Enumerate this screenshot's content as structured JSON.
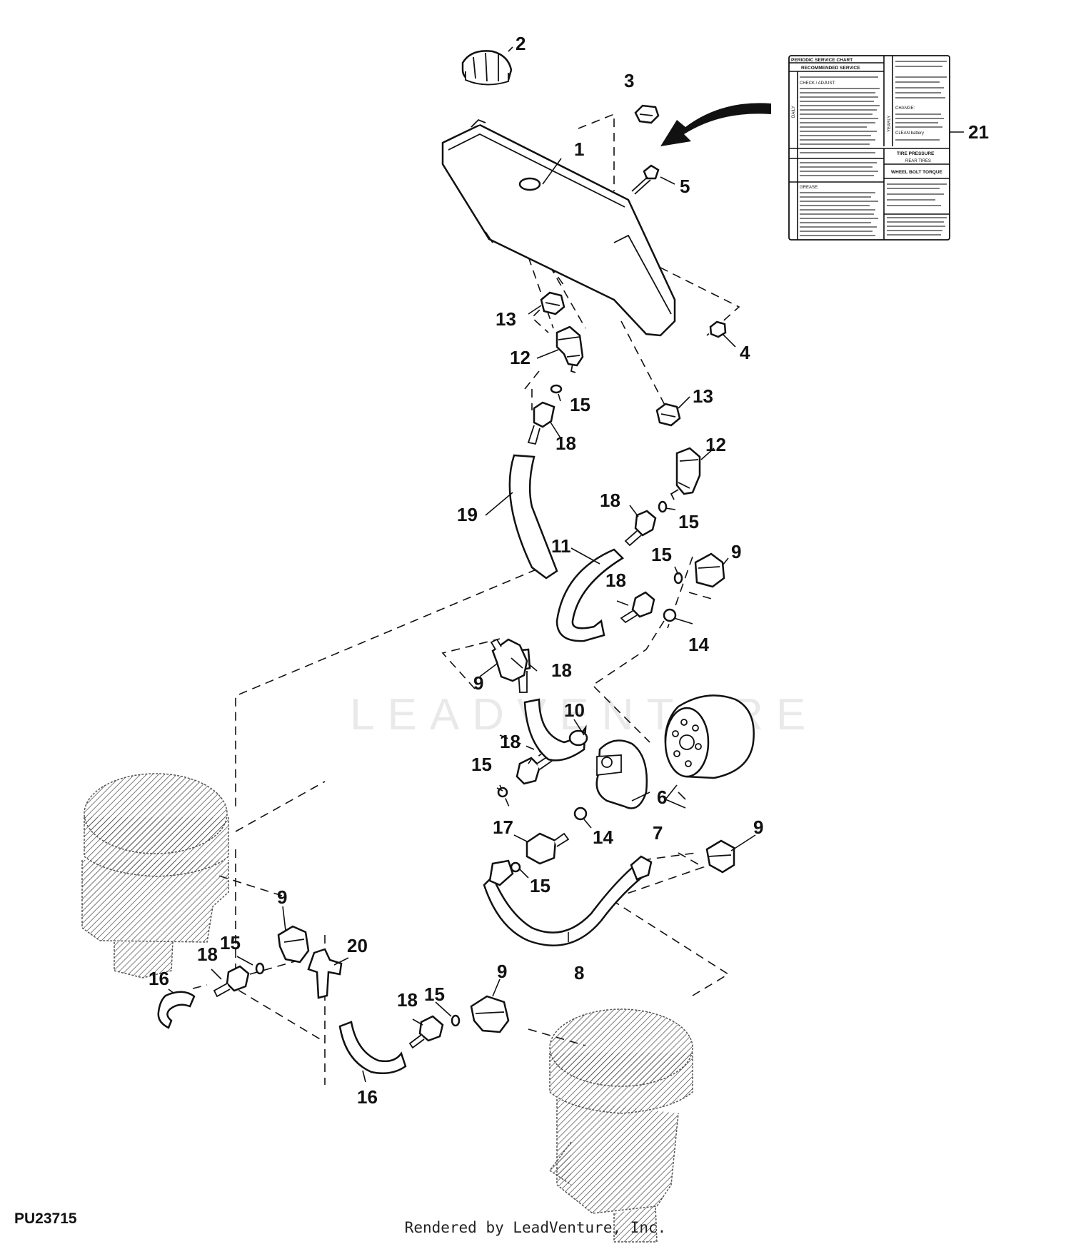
{
  "figure_id": "PU23715",
  "credit": "Rendered by LeadVenture, Inc.",
  "watermark": "LEADVENTURE",
  "callouts": {
    "c1": "1",
    "c2": "2",
    "c3": "3",
    "c4": "4",
    "c5": "5",
    "c6": "6",
    "c7": "7",
    "c8": "8",
    "c9a": "9",
    "c9b": "9",
    "c9c": "9",
    "c9d": "9",
    "c9e": "9",
    "c10": "10",
    "c11": "11",
    "c12a": "12",
    "c12b": "12",
    "c13a": "13",
    "c13b": "13",
    "c14a": "14",
    "c14b": "14",
    "c15a": "15",
    "c15b": "15",
    "c15c": "15",
    "c15d": "15",
    "c15e": "15",
    "c15f": "15",
    "c15g": "15",
    "c16a": "16",
    "c16b": "16",
    "c17": "17",
    "c18a": "18",
    "c18b": "18",
    "c18c": "18",
    "c18d": "18",
    "c18e": "18",
    "c18f": "18",
    "c18g": "18",
    "c19": "19",
    "c20": "20",
    "c21": "21"
  },
  "service_chart": {
    "title": "PERIODIC SERVICE CHART",
    "recommended": "RECOMMENDED SERVICE",
    "tire_pressure": "TIRE PRESSURE",
    "rear_tires": "REAR TIRES",
    "wheel_bolt_torque": "WHEEL BOLT TORQUE",
    "check_adjust": "CHECK / ADJUST:",
    "change": "CHANGE:",
    "grease": "GREASE:",
    "clean_battery": "CLEAN battery",
    "daily": "DAILY",
    "yearly": "YEARLY"
  }
}
